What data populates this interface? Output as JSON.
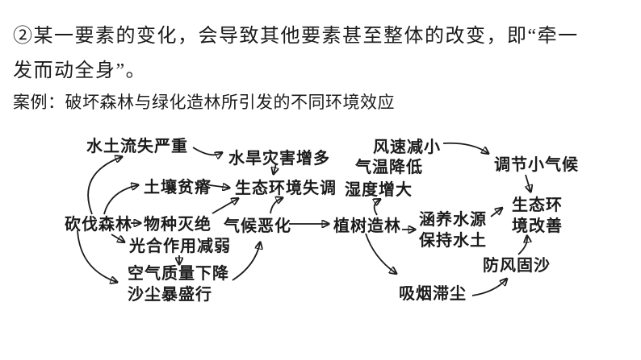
{
  "colors": {
    "background": "#ffffff",
    "text": "#1b1b1b",
    "arrow": "#1b1b1b"
  },
  "heading": {
    "line1": "②某一要素的变化，会导致其他要素甚至整体的改变，即“牵一",
    "line2": "发而动全身”。"
  },
  "case_label": "案例：破坏森林与绿化造林所引发的不同环境效应",
  "diagram": {
    "nodes": [
      {
        "id": "deforestation",
        "label": "砍伐森林"
      },
      {
        "id": "soil-erosion",
        "label": "水土流失严重"
      },
      {
        "id": "soil-barren",
        "label": "土壤贫瘠"
      },
      {
        "id": "species-extinction",
        "label": "物种灭绝"
      },
      {
        "id": "photosynthesis-weakened",
        "label": "光合作用减弱"
      },
      {
        "id": "air-quality-decline",
        "label": "空气质量下降\n沙尘暴盛行"
      },
      {
        "id": "flood-drought-increase",
        "label": "水旱灾害增多"
      },
      {
        "id": "eco-imbalance",
        "label": "生态环境失调"
      },
      {
        "id": "climate-deterioration",
        "label": "气候恶化"
      },
      {
        "id": "afforestation",
        "label": "植树造林"
      },
      {
        "id": "wind-speed-decrease",
        "label": "风速减小"
      },
      {
        "id": "temperature-drop",
        "label": "气温降低"
      },
      {
        "id": "humidity-increase",
        "label": "湿度增大"
      },
      {
        "id": "microclimate-regulation",
        "label": "调节小气候"
      },
      {
        "id": "water-conservation",
        "label": "涵养水源\n保持水土"
      },
      {
        "id": "eco-improvement",
        "label": "生态环\n境改善"
      },
      {
        "id": "windbreak-sand-fixation",
        "label": "防风固沙"
      },
      {
        "id": "dust-absorption",
        "label": "吸烟滞尘"
      }
    ],
    "edges": [
      {
        "from": "deforestation",
        "to": "soil-erosion"
      },
      {
        "from": "deforestation",
        "to": "soil-barren"
      },
      {
        "from": "deforestation",
        "to": "species-extinction"
      },
      {
        "from": "deforestation",
        "to": "photosynthesis-weakened"
      },
      {
        "from": "deforestation",
        "to": "air-quality-decline"
      },
      {
        "from": "soil-erosion",
        "to": "flood-drought-increase"
      },
      {
        "from": "flood-drought-increase",
        "to": "eco-imbalance"
      },
      {
        "from": "soil-barren",
        "to": "eco-imbalance"
      },
      {
        "from": "species-extinction",
        "to": "eco-imbalance"
      },
      {
        "from": "climate-deterioration",
        "to": "eco-imbalance"
      },
      {
        "from": "photosynthesis-weakened",
        "to": "air-quality-decline"
      },
      {
        "from": "air-quality-decline",
        "to": "climate-deterioration"
      },
      {
        "from": "climate-deterioration",
        "to": "afforestation"
      },
      {
        "from": "afforestation",
        "to": "humidity-increase"
      },
      {
        "from": "afforestation",
        "to": "water-conservation"
      },
      {
        "from": "afforestation",
        "to": "dust-absorption"
      },
      {
        "from": "wind-speed-decrease",
        "to": "microclimate-regulation"
      },
      {
        "from": "microclimate-regulation",
        "to": "eco-improvement"
      },
      {
        "from": "water-conservation",
        "to": "eco-improvement"
      },
      {
        "from": "dust-absorption",
        "to": "windbreak-sand-fixation"
      },
      {
        "from": "windbreak-sand-fixation",
        "to": "eco-improvement"
      }
    ]
  }
}
